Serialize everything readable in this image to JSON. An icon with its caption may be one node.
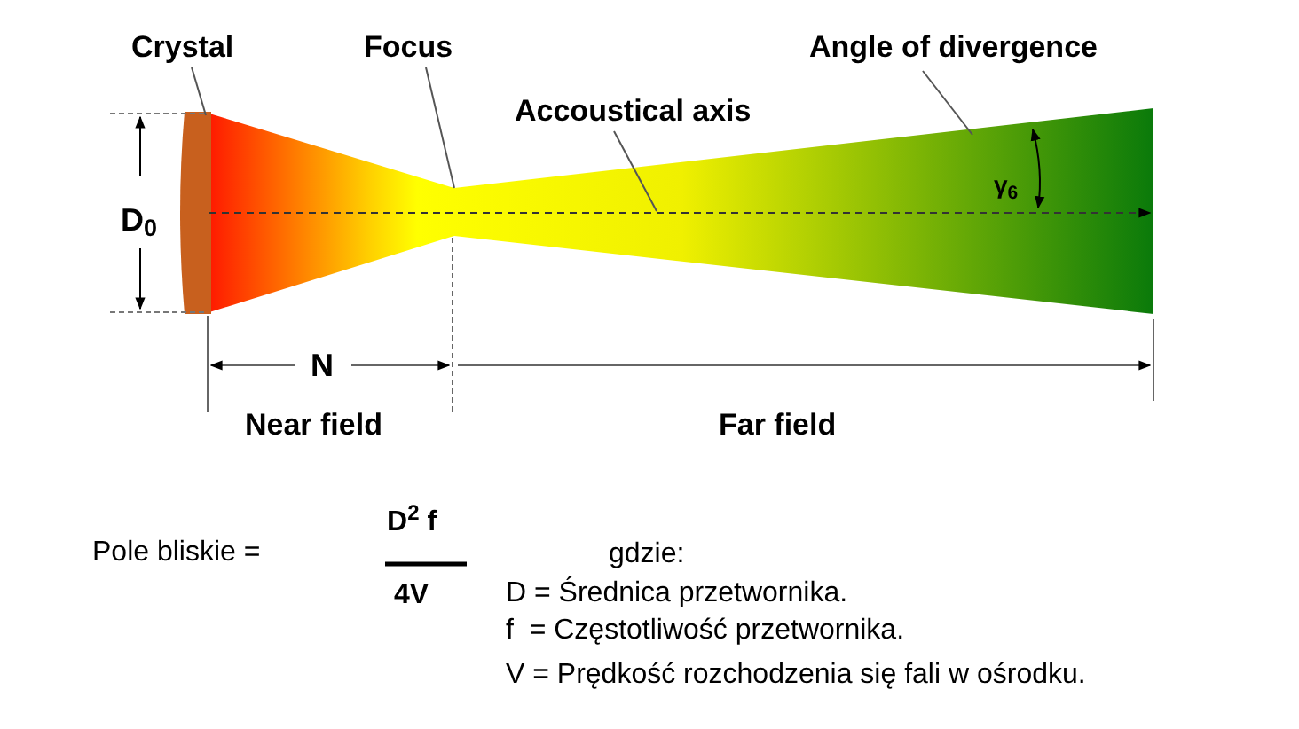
{
  "diagram": {
    "nodes": [
      {
        "text": [
          "Crystal"
        ]
      },
      {
        "text": [],
        "shape": "bar"
      },
      {
        "text": [
          "Focus"
        ]
      },
      {
        "text": [
          "Accoustical axis"
        ]
      },
      {
        "text": [
          "Angle of divergence"
        ]
      }
    ],
    "edges": [
      {
        "from": 0,
        "to": 1,
        "arrow": "none"
      },
      {
        "from": 2,
        "to": null,
        "arrow": "none"
      },
      {
        "from": 3,
        "to": null,
        "arrow": "none"
      },
      {
        "from": 4,
        "to": null,
        "arrow": "none"
      }
    ],
    "labels": [
      "D$_{0}$",
      "N",
      "γ$_{6}$",
      "Near field",
      "Far field",
      "Pole bliskie =",
      "D$^{2}$ f",
      "4V",
      "gdzie:",
      "D = Średnica przetwornika.",
      "f  = Częstotliwość przetwornika.",
      "V = Prędkość rozchodzenia się fali w ośrodku."
    ]
  }
}
